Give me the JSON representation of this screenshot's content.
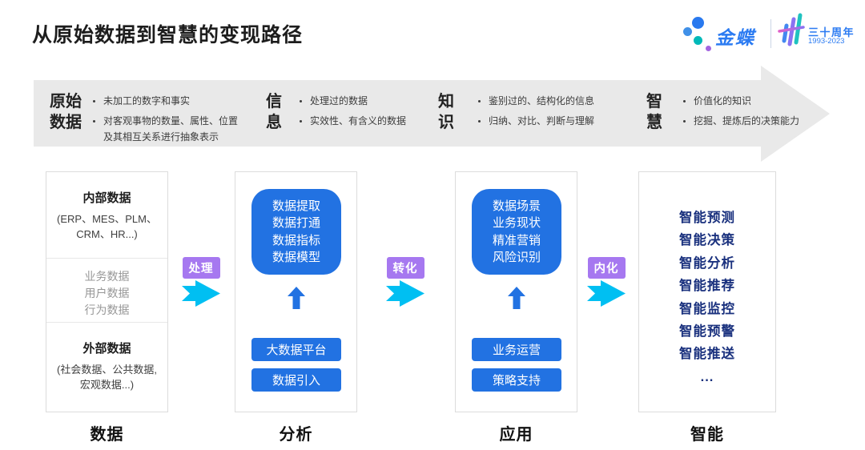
{
  "title": "从原始数据到智慧的变现路径",
  "logo": {
    "brand": "金蝶",
    "anniversary": "三十周年",
    "years": "1993-2023"
  },
  "banner": {
    "sections": [
      {
        "title_lines": [
          "原始",
          "数据"
        ],
        "items": [
          "未加工的数字和事实",
          "对客观事物的数量、属性、位置及其相互关系进行抽象表示"
        ]
      },
      {
        "title_lines": [
          "信",
          "息"
        ],
        "items": [
          "处理过的数据",
          "实效性、有含义的数据"
        ]
      },
      {
        "title_lines": [
          "知",
          "识"
        ],
        "items": [
          "鉴别过的、结构化的信息",
          "归纳、对比、判断与理解"
        ]
      },
      {
        "title_lines": [
          "智",
          "慧"
        ],
        "items": [
          "价值化的知识",
          "挖掘、提炼后的决策能力"
        ]
      }
    ]
  },
  "connectors": [
    {
      "label": "处理"
    },
    {
      "label": "转化"
    },
    {
      "label": "内化"
    }
  ],
  "columns": [
    {
      "label": "数据",
      "sections": [
        {
          "title": "内部数据",
          "desc": "(ERP、MES、PLM、CRM、HR...)"
        },
        {
          "items": [
            "业务数据",
            "用户数据",
            "行为数据"
          ]
        },
        {
          "title": "外部数据",
          "desc": "(社会数据、公共数据, 宏观数据...)"
        }
      ]
    },
    {
      "label": "分析",
      "card_lines": [
        "数据提取",
        "数据打通",
        "数据指标",
        "数据模型"
      ],
      "buttons": [
        "大数据平台",
        "数据引入"
      ]
    },
    {
      "label": "应用",
      "card_lines": [
        "数据场景",
        "业务现状",
        "精准营销",
        "风险识别"
      ],
      "buttons": [
        "业务运营",
        "策略支持"
      ]
    },
    {
      "label": "智能",
      "items": [
        "智能预测",
        "智能决策",
        "智能分析",
        "智能推荐",
        "智能监控",
        "智能预警",
        "智能推送",
        "..."
      ]
    }
  ],
  "colors": {
    "primary_blue": "#2272e2",
    "navy_text": "#1a317e",
    "badge_purple": "#a678f0",
    "arrow_cyan": "#00bff2",
    "banner_gray": "#e9e9e9",
    "brand_blue": "#2b7bf2",
    "logo_teal": "#00b9b9",
    "logo_dot_purple": "#a365e0"
  }
}
